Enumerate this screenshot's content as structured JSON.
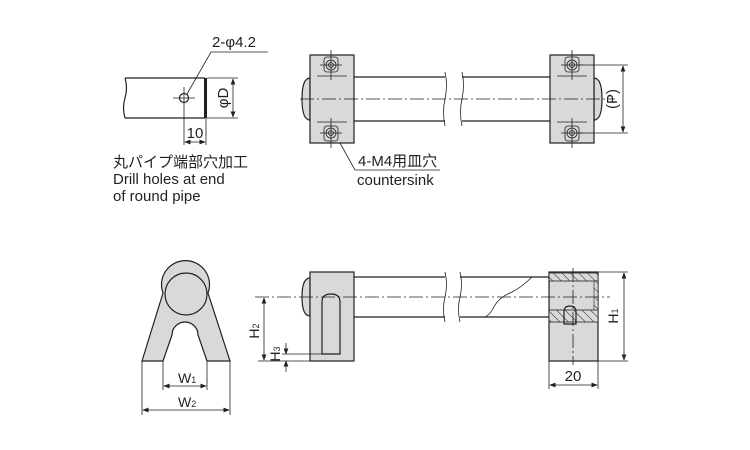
{
  "pipe_end_detail": {
    "hole_callout": "2-φ4.2",
    "diameter_label": "φD",
    "offset_dim": "10",
    "caption_jp": "丸パイプ端部穴加工",
    "caption_en_line1": "Drill holes at end",
    "caption_en_line2": "of round pipe"
  },
  "top_view": {
    "pitch_label": "(P)",
    "hole_callout_jp": "4-M4用皿穴",
    "hole_callout_en": "countersink"
  },
  "side_view": {
    "w1_label": "W",
    "w1_sub": "1",
    "w2_label": "W",
    "w2_sub": "2"
  },
  "front_view": {
    "h1_label": "H",
    "h1_sub": "1",
    "h2_label": "H",
    "h2_sub": "2",
    "h3_label": "H",
    "h3_sub": "3",
    "width_dim": "20"
  }
}
